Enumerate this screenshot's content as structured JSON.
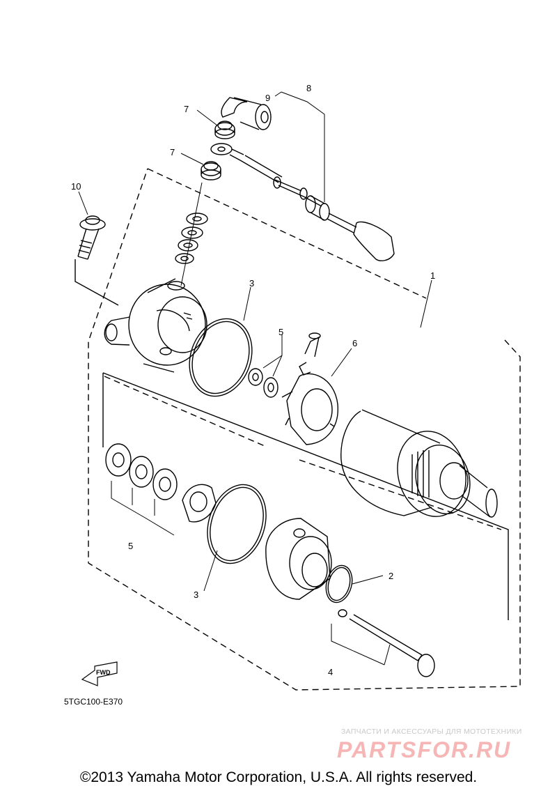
{
  "diagram": {
    "callouts": [
      "1",
      "2",
      "3",
      "3",
      "4",
      "5",
      "5",
      "6",
      "7",
      "7",
      "8",
      "9",
      "10"
    ],
    "part_code": "5TGC100-E370",
    "fwd_label": "FWD"
  },
  "watermark": {
    "caption": "ЗАПЧАСТИ И АКСЕССУАРЫ ДЛЯ МОТОТЕХНИКИ",
    "logo": "PARTSFOR.RU"
  },
  "footer": {
    "copyright": "©2013 Yamaha Motor Corporation, U.S.A. All rights reserved."
  },
  "colors": {
    "line": "#000000",
    "watermark_logo": "#f7b6b6",
    "watermark_text": "#c9c9c9"
  }
}
